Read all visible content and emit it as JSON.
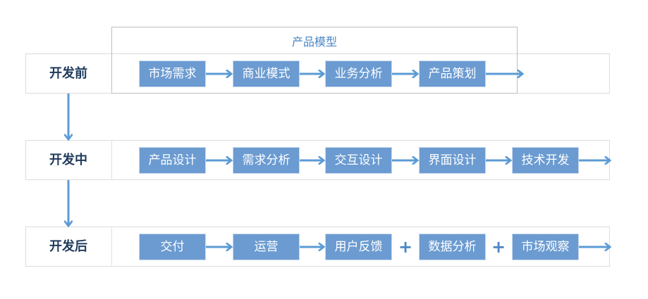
{
  "product_model": {
    "title": "产品模型"
  },
  "stages": [
    {
      "label": "开发前",
      "steps": [
        "市场需求",
        "商业模式",
        "业务分析",
        "产品策划"
      ]
    },
    {
      "label": "开发中",
      "steps": [
        "产品设计",
        "需求分析",
        "交互设计",
        "界面设计",
        "技术开发"
      ]
    },
    {
      "label": "开发后",
      "steps": [
        "交付",
        "运营",
        "用户反馈",
        "数据分析",
        "市场观察"
      ]
    }
  ],
  "connectors": {
    "plus": "+"
  },
  "colors": {
    "box": "#6b9bd1",
    "arrow": "#5b9bd5",
    "label": "#1f3b5c"
  }
}
